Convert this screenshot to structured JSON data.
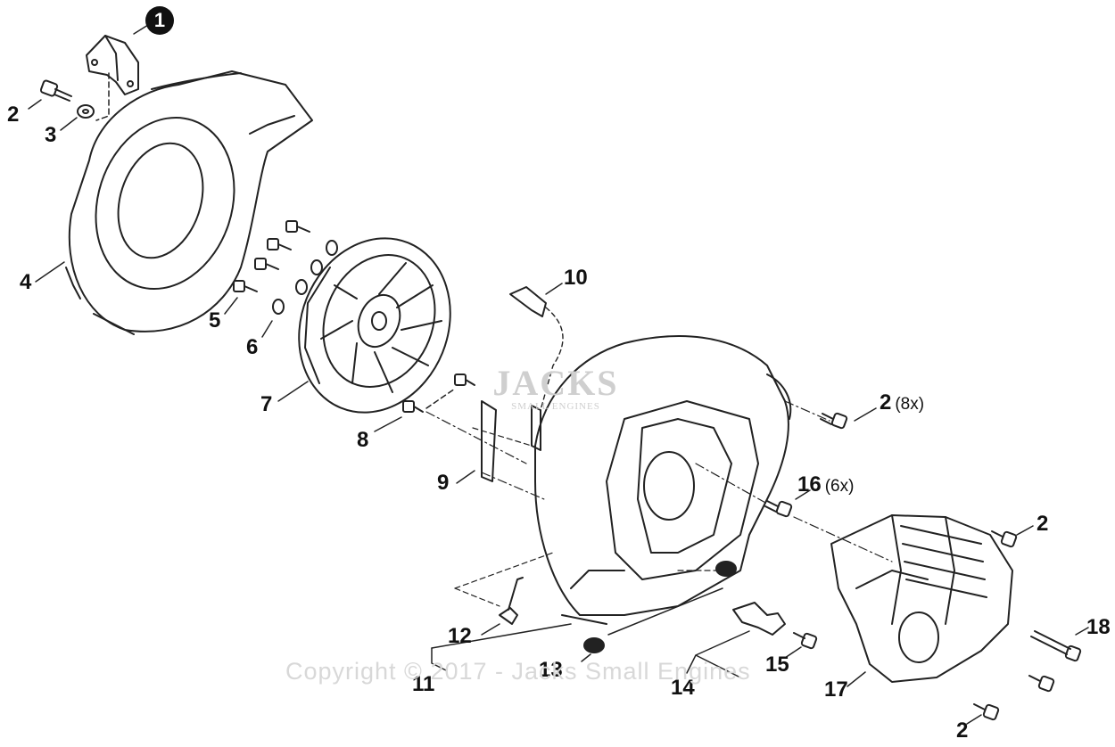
{
  "diagram": {
    "badge": "1",
    "callouts": [
      {
        "id": "c2a",
        "number": "2",
        "qty": ""
      },
      {
        "id": "c3",
        "number": "3",
        "qty": ""
      },
      {
        "id": "c4",
        "number": "4",
        "qty": ""
      },
      {
        "id": "c5",
        "number": "5",
        "qty": ""
      },
      {
        "id": "c6",
        "number": "6",
        "qty": ""
      },
      {
        "id": "c7",
        "number": "7",
        "qty": ""
      },
      {
        "id": "c8",
        "number": "8",
        "qty": ""
      },
      {
        "id": "c9",
        "number": "9",
        "qty": ""
      },
      {
        "id": "c10",
        "number": "10",
        "qty": ""
      },
      {
        "id": "c2b",
        "number": "2",
        "qty": "(8x)"
      },
      {
        "id": "c16",
        "number": "16",
        "qty": "(6x)"
      },
      {
        "id": "c2c",
        "number": "2",
        "qty": ""
      },
      {
        "id": "c18",
        "number": "18",
        "qty": ""
      },
      {
        "id": "c12",
        "number": "12",
        "qty": ""
      },
      {
        "id": "c11",
        "number": "11",
        "qty": ""
      },
      {
        "id": "c13",
        "number": "13",
        "qty": ""
      },
      {
        "id": "c14",
        "number": "14",
        "qty": ""
      },
      {
        "id": "c15",
        "number": "15",
        "qty": ""
      },
      {
        "id": "c17",
        "number": "17",
        "qty": ""
      },
      {
        "id": "c2d",
        "number": "2",
        "qty": ""
      }
    ]
  },
  "watermark": {
    "logo_big": "JACKS",
    "logo_small": "SMALL ENGINES",
    "copyright": "Copyright © 2017 - Jacks Small Engines"
  },
  "colors": {
    "ink": "#111111",
    "line": "#222222",
    "watermark": "#d0d0d0"
  }
}
